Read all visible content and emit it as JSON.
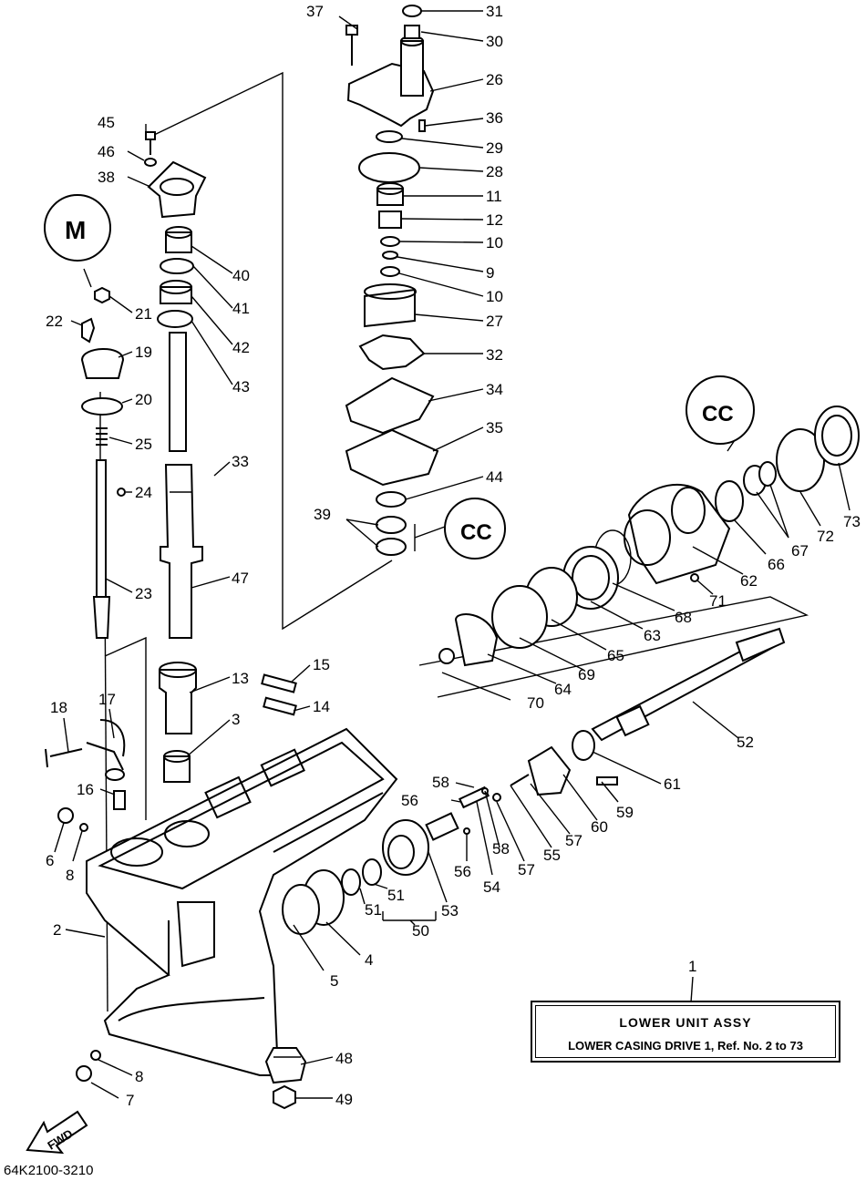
{
  "legend": {
    "title": "LOWER  UNIT  ASSY",
    "ref_text": "LOWER CASING DRIVE 1,  Ref. No. 2 to 73"
  },
  "diagram_code": "64K2100-3210",
  "direction_label": "FWD",
  "callouts": {
    "c1": "1",
    "c2": "2",
    "c3": "3",
    "c4": "4",
    "c5": "5",
    "c6": "6",
    "c7": "7",
    "c8a": "8",
    "c8b": "8",
    "c9": "9",
    "c10a": "10",
    "c10b": "10",
    "c11": "11",
    "c12": "12",
    "c13": "13",
    "c14": "14",
    "c15": "15",
    "c16": "16",
    "c17": "17",
    "c18": "18",
    "c19": "19",
    "c20": "20",
    "c21": "21",
    "c22": "22",
    "c23": "23",
    "c24": "24",
    "c25": "25",
    "c26": "26",
    "c27": "27",
    "c28": "28",
    "c29": "29",
    "c30": "30",
    "c31": "31",
    "c32": "32",
    "c33": "33",
    "c34": "34",
    "c35": "35",
    "c36": "36",
    "c37": "37",
    "c38": "38",
    "c39": "39",
    "c40": "40",
    "c41": "41",
    "c42": "42",
    "c43": "43",
    "c44": "44",
    "c45": "45",
    "c46": "46",
    "c47": "47",
    "c48": "48",
    "c49": "49",
    "c50": "50",
    "c51a": "51",
    "c51b": "51",
    "c52": "52",
    "c53": "53",
    "c54": "54",
    "c55": "55",
    "c56a": "56",
    "c56b": "56",
    "c57a": "57",
    "c57b": "57",
    "c58a": "58",
    "c58b": "58",
    "c59": "59",
    "c60": "60",
    "c61": "61",
    "c62": "62",
    "c63": "63",
    "c64": "64",
    "c65": "65",
    "c66": "66",
    "c67": "67",
    "c68": "68",
    "c69": "69",
    "c70": "70",
    "c71": "71",
    "c72": "72",
    "c73": "73"
  },
  "icons": {
    "upper_lubricant": "lubricant-marker-M",
    "right_lubricant": "lubricant-marker-C",
    "mid_lubricant": "lubricant-marker-C"
  }
}
